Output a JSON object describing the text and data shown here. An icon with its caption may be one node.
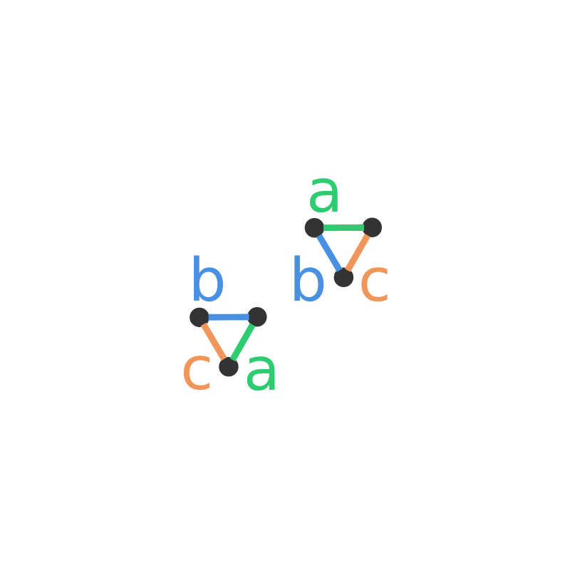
{
  "diagram": {
    "nodes": [
      {
        "text": [],
        "shape": "point"
      },
      {
        "text": [],
        "shape": "point"
      },
      {
        "text": [],
        "shape": "point"
      },
      {
        "text": [],
        "shape": "point"
      },
      {
        "text": [],
        "shape": "point"
      },
      {
        "text": [],
        "shape": "point"
      }
    ],
    "edges": [
      {
        "from": 0,
        "to": 1,
        "arrow": "none",
        "label": "b",
        "color": "#4a90e2"
      },
      {
        "from": 1,
        "to": 2,
        "arrow": "none",
        "label": "a",
        "color": "#2ecc71"
      },
      {
        "from": 2,
        "to": 0,
        "arrow": "none",
        "label": "c",
        "color": "#f0965a"
      },
      {
        "from": 3,
        "to": 4,
        "arrow": "none",
        "label": "a",
        "color": "#2ecc71"
      },
      {
        "from": 3,
        "to": 5,
        "arrow": "none",
        "label": "b",
        "color": "#4a90e2"
      },
      {
        "from": 4,
        "to": 5,
        "arrow": "none",
        "label": "c",
        "color": "#f0965a"
      }
    ]
  }
}
